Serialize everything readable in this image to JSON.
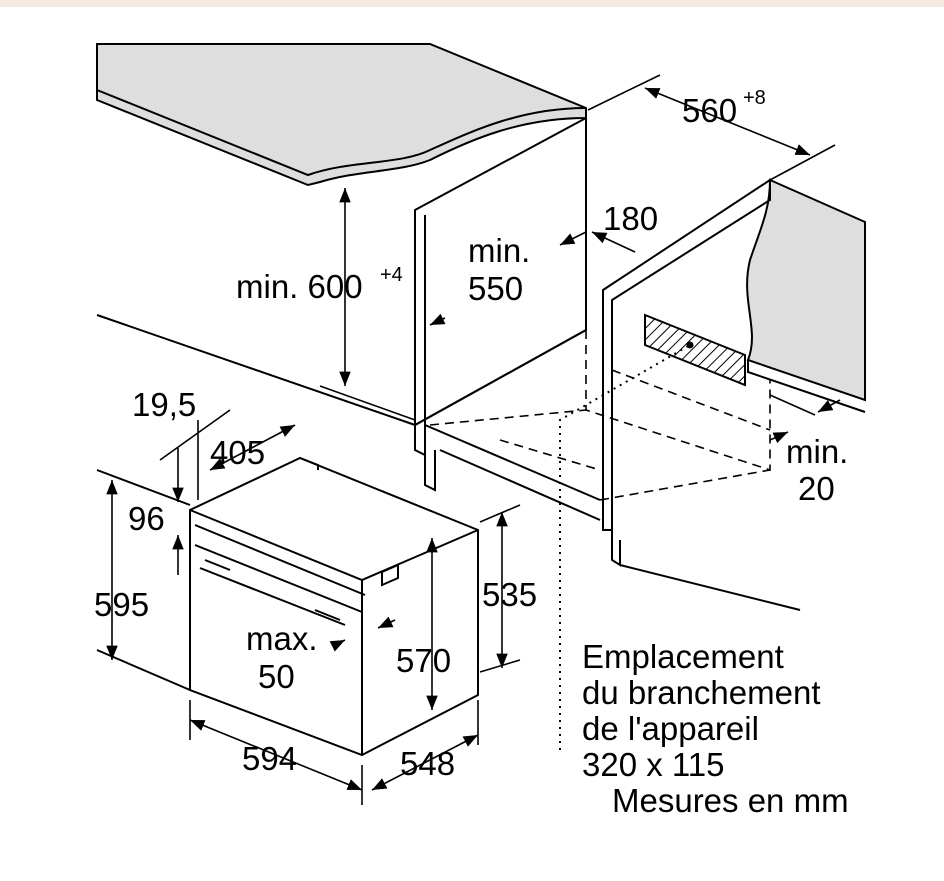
{
  "dimensions": {
    "opening_width": "560",
    "opening_width_tol": "+8",
    "niche_height": "min. 600",
    "niche_height_tol": "+4",
    "min_depth_line1": "min.",
    "min_depth_line2": "550",
    "rear_vent": "180",
    "side_gap_line1": "min.",
    "side_gap_line2": "20",
    "panel_offset": "19,5",
    "door_depth": "405",
    "top_offset": "96",
    "oven_height": "595",
    "handle_line1": "max.",
    "handle_line2": "50",
    "body_height": "570",
    "inner_height": "535",
    "oven_width": "594",
    "oven_depth": "548"
  },
  "note": {
    "line1": "Emplacement",
    "line2": "du branchement",
    "line3": "de l'appareil",
    "line4": "320 x 115",
    "units": "Mesures en mm"
  },
  "colors": {
    "countertop": "#dedede",
    "side_panel": "#ececec",
    "top_strip": "#f6e9e2",
    "lines": "#000000"
  }
}
